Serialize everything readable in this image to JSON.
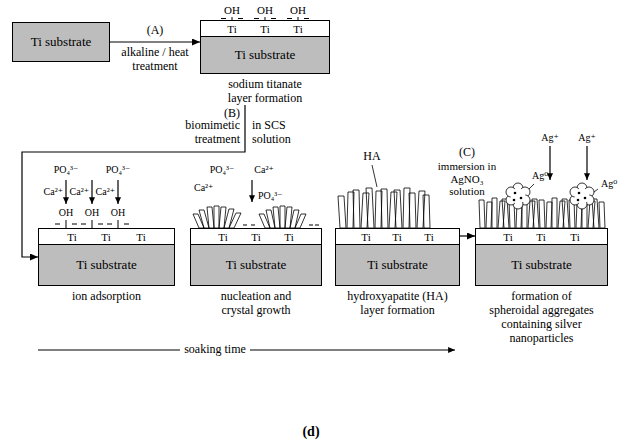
{
  "diagram": {
    "nodes": [
      {
        "text": [
          "Ti substrate"
        ]
      },
      {
        "text": [
          "Ti substrate",
          "sodium titanate layer formation"
        ]
      },
      {
        "text": [
          "Ti substrate",
          "ion adsorption"
        ]
      },
      {
        "text": [
          "Ti substrate",
          "nucleation and crystal growth"
        ]
      },
      {
        "text": [
          "Ti substrate",
          "hydroxyapatite (HA) layer formation"
        ]
      },
      {
        "text": [
          "Ti substrate",
          "formation of spheroidal aggregates containing silver nanoparticles"
        ]
      }
    ],
    "edges": [
      {
        "from": 0,
        "to": 1,
        "arrow": "to",
        "label": "alkaline / heat treatment"
      },
      {
        "from": 1,
        "to": 2,
        "arrow": "to",
        "label": "biomimetic treatment"
      },
      {
        "from": 4,
        "to": 5,
        "arrow": "to",
        "label": "immersion in AgNO₃ solution"
      }
    ],
    "labels": [
      "(A)",
      "OH",
      "OH",
      "OH",
      "Ti",
      "Ti",
      "Ti",
      "(B)",
      "in SCS solution",
      "PO₄³⁻",
      "PO₄³⁻",
      "Ca²⁺",
      "Ca²⁺",
      "Ca²⁺",
      "OH",
      "OH",
      "OH",
      "Ti",
      "Ti",
      "Ti",
      "PO₄³⁻",
      "Ca²⁺",
      "Ca²⁺",
      "PO₄³⁻",
      "Ti",
      "Ti",
      "Ti",
      "HA",
      "Ti",
      "Ti",
      "Ti",
      "(C)",
      "Ag⁺",
      "Ag⁺",
      "Ag⁰",
      "Ag⁰",
      "Ti",
      "Ti",
      "Ti",
      "soaking time",
      "(d)"
    ]
  }
}
